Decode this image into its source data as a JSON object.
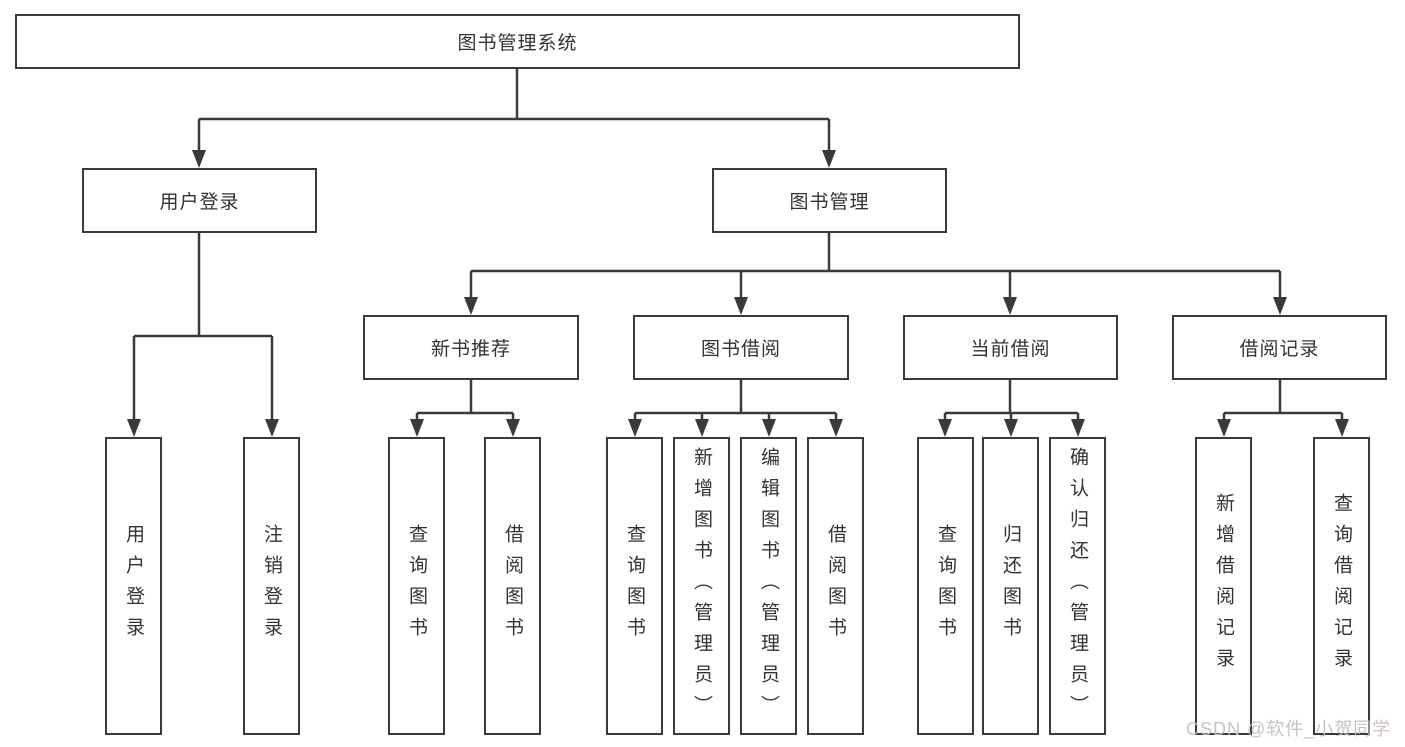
{
  "tree": {
    "root": {
      "label": "图书管理系统"
    },
    "branches": [
      {
        "label": "用户登录",
        "children": [
          {
            "label": "用户登录"
          },
          {
            "label": "注销登录"
          }
        ]
      },
      {
        "label": "图书管理",
        "children": [
          {
            "label": "新书推荐",
            "children": [
              {
                "label": "查询图书"
              },
              {
                "label": "借阅图书"
              }
            ]
          },
          {
            "label": "图书借阅",
            "children": [
              {
                "label": "查询图书"
              },
              {
                "label": "新增图书（管理员）"
              },
              {
                "label": "编辑图书（管理员）"
              },
              {
                "label": "借阅图书"
              }
            ]
          },
          {
            "label": "当前借阅",
            "children": [
              {
                "label": "查询图书"
              },
              {
                "label": "归还图书"
              },
              {
                "label": "确认归还（管理员）"
              }
            ]
          },
          {
            "label": "借阅记录",
            "children": [
              {
                "label": "新增借阅记录"
              },
              {
                "label": "查询借阅记录"
              }
            ]
          }
        ]
      }
    ]
  },
  "watermark": "CSDN @软件_小贺同学",
  "colors": {
    "line": "#3a3a3a",
    "box_border": "#3a3a3a",
    "box_fill": "#ffffff",
    "text": "#333333",
    "watermark": "#c7bebe",
    "background": "#ffffff"
  }
}
